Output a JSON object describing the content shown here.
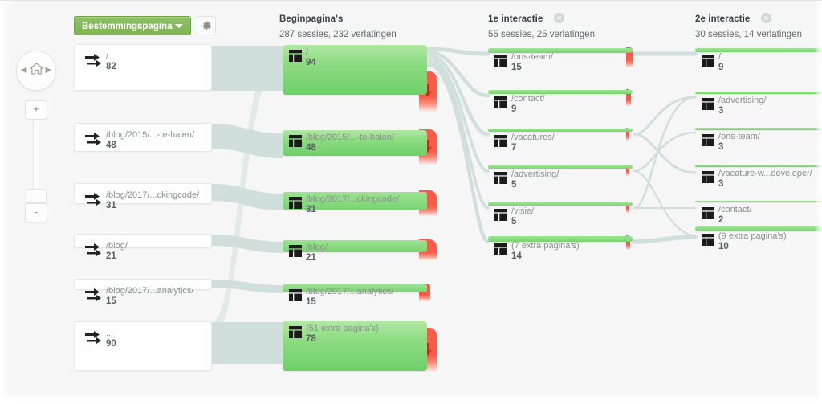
{
  "toolbar": {
    "dimension_label": "Bestemmingspagina",
    "dimension_icon": "chevron-down-icon",
    "settings_icon": "gear-icon"
  },
  "nav": {
    "home_icon": "home-icon",
    "prev_icon": "chevron-left-icon",
    "next_icon": "chevron-right-icon",
    "zoom_in_label": "+",
    "zoom_out_label": "-"
  },
  "columns": [
    {
      "key": "bestemmingspagina",
      "title": "",
      "subtitle": "",
      "closable": false
    },
    {
      "key": "beginpaginas",
      "title": "Beginpagina's",
      "subtitle": "287 sessies, 232 verlatingen",
      "closable": false
    },
    {
      "key": "interactie1",
      "title": "1e interactie",
      "subtitle": "55 sessies, 25 verlatingen",
      "closable": true
    },
    {
      "key": "interactie2",
      "title": "2e interactie",
      "subtitle": "30 sessies, 14 verlatingen",
      "closable": true
    }
  ],
  "source_nodes": [
    {
      "label": "/",
      "value": "82"
    },
    {
      "label": "/blog/2015/...-te-halen/",
      "value": "48"
    },
    {
      "label": "/blog/2017/...ckingcode/",
      "value": "31"
    },
    {
      "label": "/blog/",
      "value": "21"
    },
    {
      "label": "/blog/2017/...analytics/",
      "value": "15"
    },
    {
      "label": "...",
      "value": "90"
    }
  ],
  "start_pages": [
    {
      "label": "/",
      "value": "94"
    },
    {
      "label": "/blog/2015/...-te-halen/",
      "value": "48"
    },
    {
      "label": "/blog/2017/...ckingcode/",
      "value": "31"
    },
    {
      "label": "/blog/",
      "value": "21"
    },
    {
      "label": "/blog/2017/...analytics/",
      "value": "15"
    },
    {
      "label": "(51 extra pagina's)",
      "value": "78"
    }
  ],
  "interaction1": [
    {
      "label": "/ons-team/",
      "value": "15"
    },
    {
      "label": "/contact/",
      "value": "9"
    },
    {
      "label": "/vacatures/",
      "value": "7"
    },
    {
      "label": "/advertising/",
      "value": "5"
    },
    {
      "label": "/visie/",
      "value": "5"
    },
    {
      "label": "(7 extra pagina's)",
      "value": "14"
    }
  ],
  "interaction2": [
    {
      "label": "/",
      "value": "9"
    },
    {
      "label": "/advertising/",
      "value": "3"
    },
    {
      "label": "/ons-team/",
      "value": "3"
    },
    {
      "label": "/vacature-w...developer/",
      "value": "3"
    },
    {
      "label": "/contact/",
      "value": "2"
    },
    {
      "label": "(9 extra pagina's)",
      "value": "10"
    }
  ],
  "colors": {
    "node_green": "#7ed273",
    "dropoff_red": "#fa5a47",
    "flow_link": "#cfdedb",
    "accent_button": "#86bd5e",
    "canvas_bg": "#f5f6f5"
  }
}
